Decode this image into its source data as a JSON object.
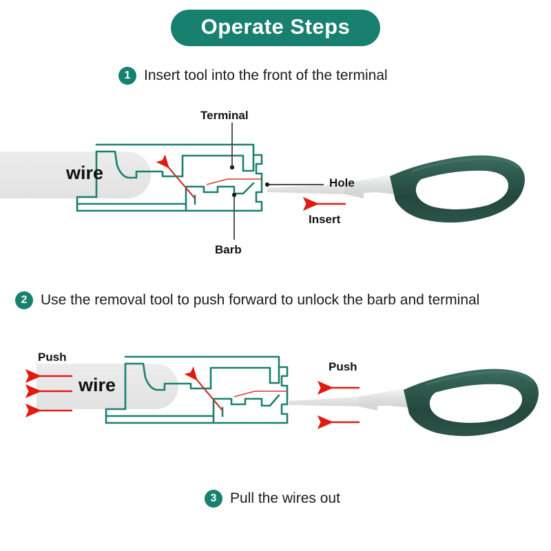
{
  "header": {
    "title": "Operate Steps",
    "pill_color": "#17806f"
  },
  "colors": {
    "teal": "#17806f",
    "terminal_outline": "#1a7f6e",
    "handle_dark_green": "#2c5549",
    "handle_mid_green": "#2f6457",
    "blade_gray": "#e4e6e5",
    "wire_gray": "#e6e6e6",
    "arrow_red": "#e01b10",
    "leader_gray": "#4a4a4a",
    "text_black": "#1a1a1a"
  },
  "steps": [
    {
      "number": "1",
      "text": "Insert tool into the front of the terminal"
    },
    {
      "number": "2",
      "text": "Use the removal tool to push forward to unlock the barb and terminal"
    },
    {
      "number": "3",
      "text": "Pull the wires out"
    }
  ],
  "diagram1": {
    "name": "insert-tool-diagram",
    "wire_label": "wire",
    "labels": {
      "terminal": "Terminal",
      "hole": "Hole",
      "barb": "Barb",
      "insert": "Insert"
    }
  },
  "diagram2": {
    "name": "push-forward-diagram",
    "wire_label": "wire",
    "labels": {
      "push_left": "Push",
      "push_right": "Push"
    },
    "left_arrow_count": 3,
    "right_arrow_count": 2
  }
}
